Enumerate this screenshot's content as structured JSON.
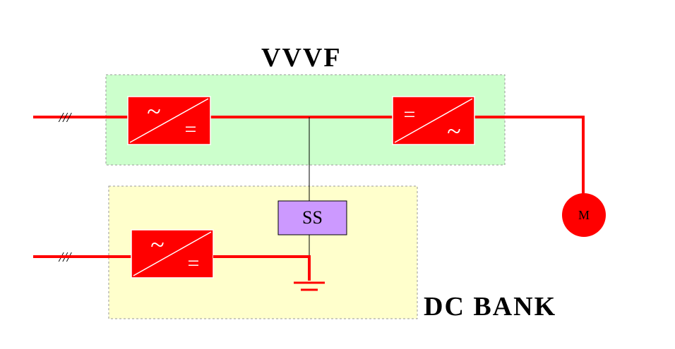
{
  "diagram": {
    "vvvf_label": "VVVF",
    "dc_bank_label": "DC BANK",
    "static_switch_label": "SS",
    "motor_label": "M",
    "three_phase_marker": "///",
    "ac_symbol": "~",
    "dc_symbol": "="
  },
  "colors": {
    "power_line": "#ff0000",
    "converter_fill": "#ff0000",
    "vvvf_region": "#ccffcc",
    "dc_bank_region": "#ffffcc",
    "static_switch_fill": "#cc99ff",
    "motor_fill": "#ff0000"
  }
}
